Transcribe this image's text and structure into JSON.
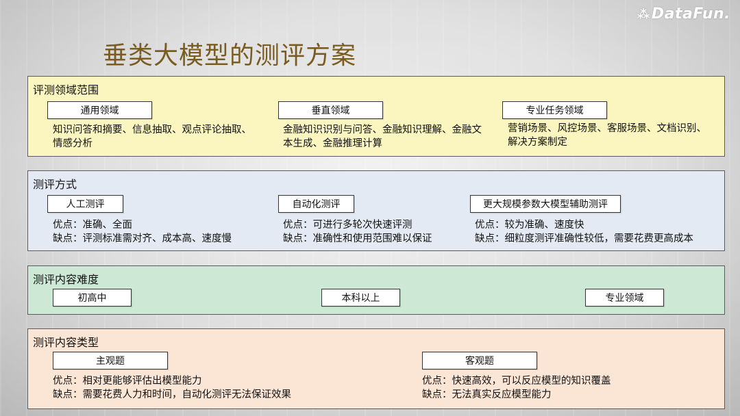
{
  "logo": {
    "text": "DataFun."
  },
  "title": "垂类大模型的测评方案",
  "sections": {
    "scope": {
      "title": "评测领域范围",
      "items": [
        {
          "tag": "通用领域",
          "desc": "知识问答和摘要、信息抽取、观点评论抽取、情感分析"
        },
        {
          "tag": "垂直领域",
          "desc": "金融知识识别与问答、金融知识理解、金融文本生成、金融推理计算"
        },
        {
          "tag": "专业任务领域",
          "desc": "营销场景、风控场景、客服场景、文档识别、解决方案制定"
        }
      ]
    },
    "method": {
      "title": "测评方式",
      "items": [
        {
          "tag": "人工测评",
          "pros": "优点：准确、全面",
          "cons": "缺点：评测标准需对齐、成本高、速度慢"
        },
        {
          "tag": "自动化测评",
          "pros": "优点：可进行多轮次快速评测",
          "cons": "缺点：准确性和使用范围难以保证"
        },
        {
          "tag": "更大规模参数大模型辅助测评",
          "pros": "优点：较为准确、速度快",
          "cons": "缺点：细粒度测评准确性较低，需要花费更高成本"
        }
      ]
    },
    "difficulty": {
      "title": "测评内容难度",
      "items": [
        "初高中",
        "本科以上",
        "专业领域"
      ]
    },
    "type": {
      "title": "测评内容类型",
      "items": [
        {
          "tag": "主观题",
          "pros": "优点：相对更能够评估出模型能力",
          "cons": "缺点：需要花费人力和时间，自动化测评无法保证效果"
        },
        {
          "tag": "客观题",
          "pros": "优点：快速高效，可以反应模型的知识覆盖",
          "cons": "缺点：无法真实反应模型能力"
        }
      ]
    }
  },
  "colors": {
    "title": "#7a5c21",
    "scope_bg": "#fbf6bf",
    "method_bg": "#e4eaf3",
    "difficulty_bg": "#cde9d5",
    "type_bg": "#fbe6d6"
  }
}
